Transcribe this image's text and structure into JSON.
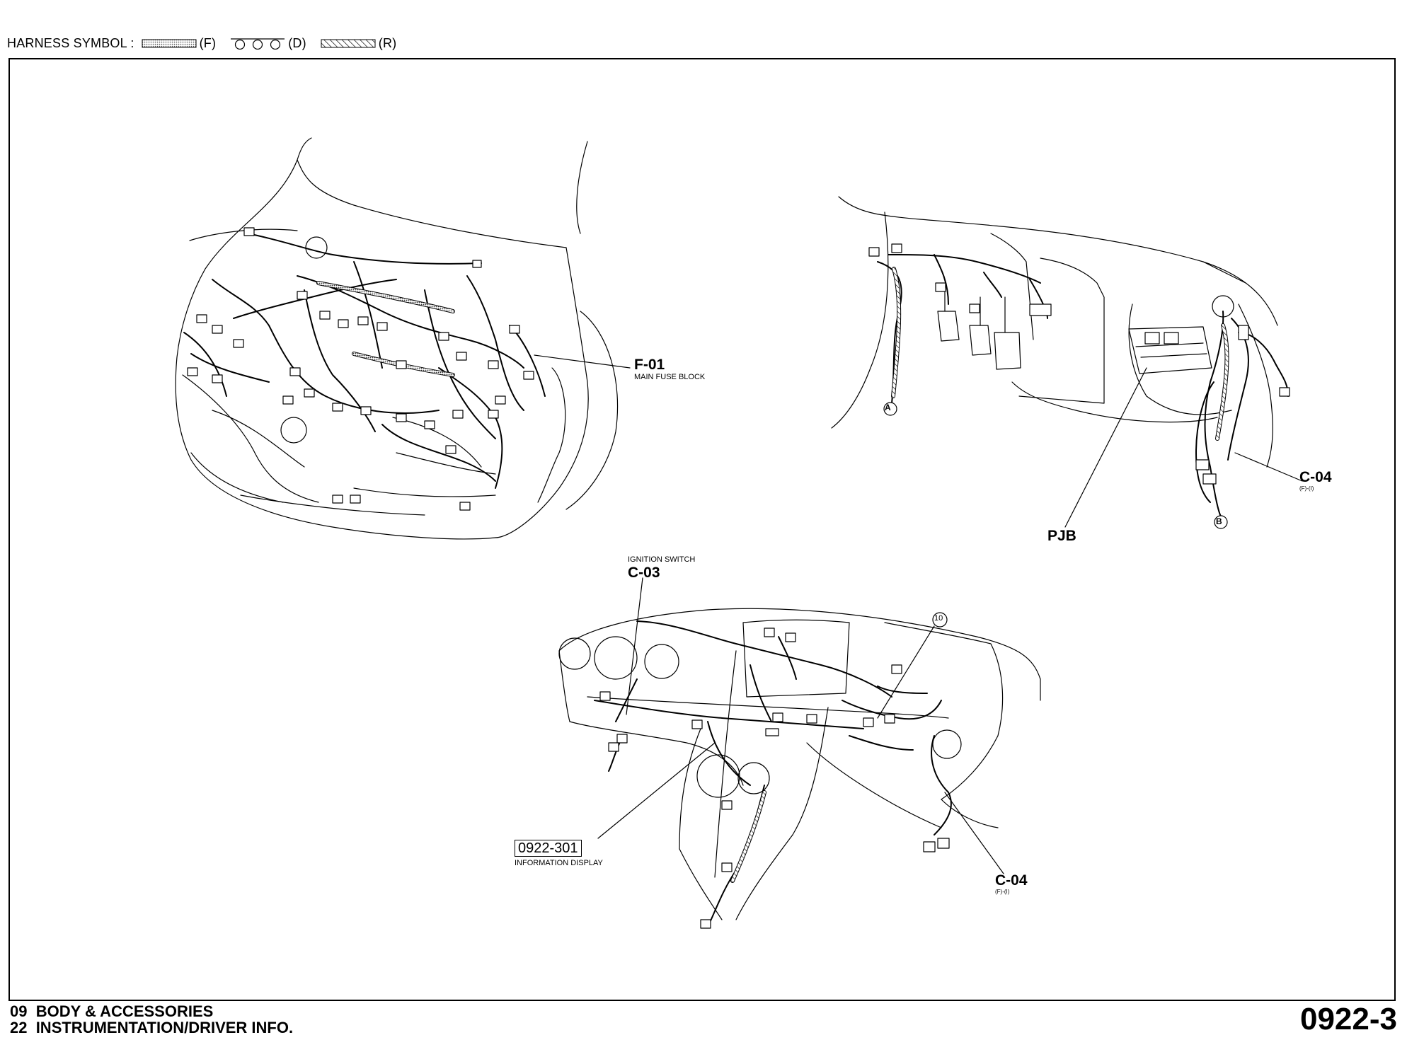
{
  "legend": {
    "label": "HARNESS SYMBOL :",
    "items": [
      {
        "code": "(F)",
        "style": "dotted"
      },
      {
        "code": "(D)",
        "style": "circles"
      },
      {
        "code": "(R)",
        "style": "hatched"
      }
    ]
  },
  "callouts": {
    "f01": {
      "code": "F-01",
      "desc": "MAIN FUSE BLOCK"
    },
    "pjb": {
      "code": "PJB"
    },
    "c04_upper": {
      "code": "C-04",
      "sub": "(F)-(I)"
    },
    "c03": {
      "caption": "IGNITION SWITCH",
      "code": "C-03"
    },
    "ref10": {
      "code": "10"
    },
    "info": {
      "code": "0922-301",
      "desc": "INFORMATION DISPLAY"
    },
    "c04_lower": {
      "code": "C-04",
      "sub": "(F)-(I)"
    },
    "markerA": {
      "code": "A"
    },
    "markerB": {
      "code": "B"
    }
  },
  "footer": {
    "line1": "09  BODY & ACCESSORIES",
    "line2": "22  INSTRUMENTATION/DRIVER INFO.",
    "page": "0922-3"
  }
}
